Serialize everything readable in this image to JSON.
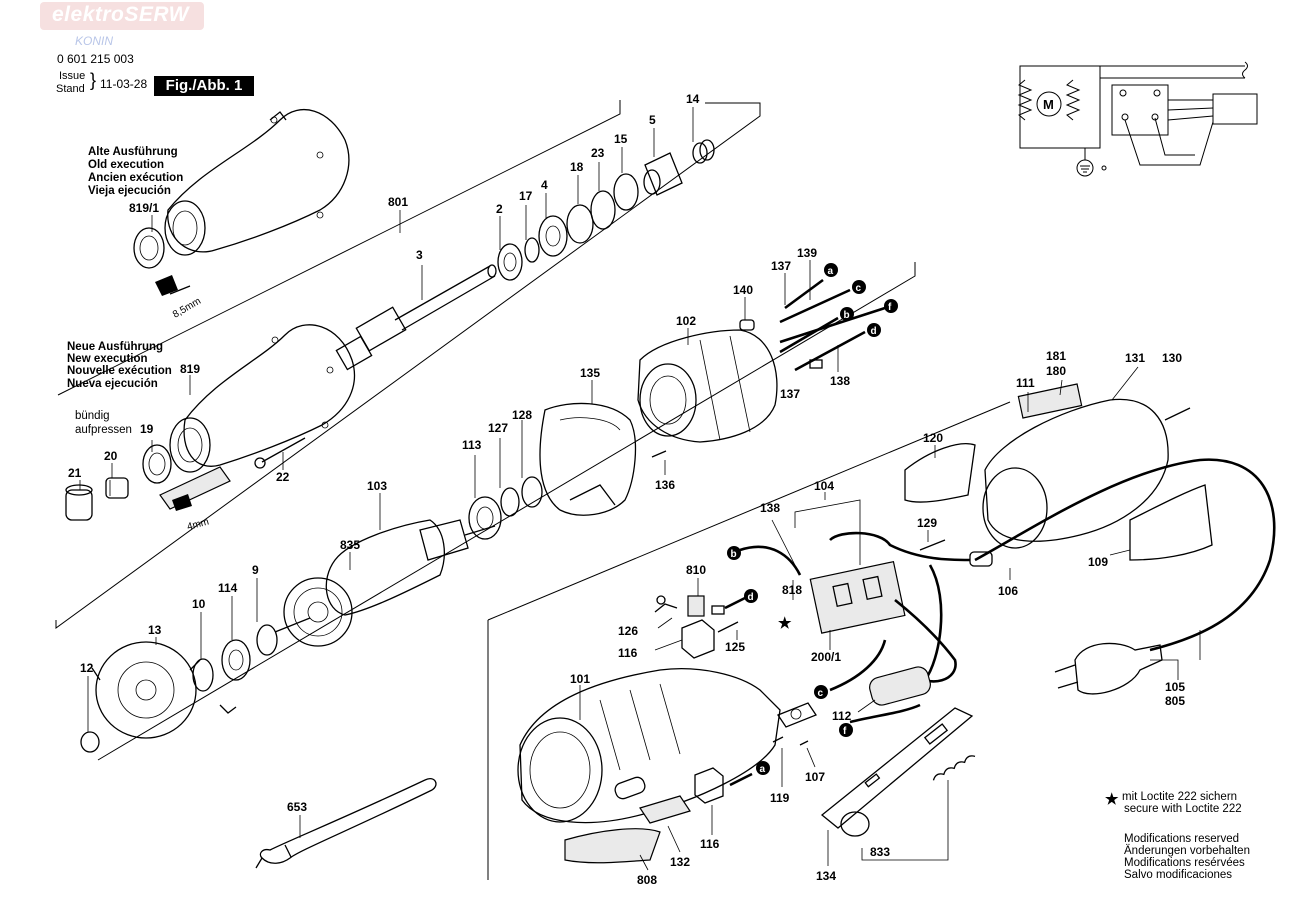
{
  "logo": {
    "brand": "elektroSERW",
    "city": "KONIN"
  },
  "header": {
    "part_number": "0 601 215 003",
    "issue": "Issue",
    "stand": "Stand",
    "date": "11-03-28",
    "figure": "Fig./Abb. 1"
  },
  "old_execution": [
    "Alte Ausführung",
    "Old execution",
    "Ancien exécution",
    "Vieja ejecución"
  ],
  "new_execution": [
    "Neue Ausführung",
    "New execution",
    "Nouvelle exécution",
    "Nueva ejecución"
  ],
  "flush_note": [
    "bündig",
    "aufpressen"
  ],
  "dimensions": {
    "old": "8,5mm",
    "new": "4mm"
  },
  "part_labels": {
    "p801": "801",
    "p819_1": "819/1",
    "p819": "819",
    "p19": "19",
    "p21": "21",
    "p20": "20",
    "p22": "22",
    "p3": "3",
    "p2": "2",
    "p17": "17",
    "p4": "4",
    "p18": "18",
    "p23": "23",
    "p15": "15",
    "p5": "5",
    "p14": "14",
    "p103": "103",
    "p835": "835",
    "p113": "113",
    "p127": "127",
    "p128": "128",
    "p135": "135",
    "p136": "136",
    "p102": "102",
    "p140": "140",
    "p137a": "137",
    "p139": "139",
    "p137b": "137",
    "p138a": "138",
    "p10": "10",
    "p114": "114",
    "p9": "9",
    "p13": "13",
    "p12": "12",
    "p653": "653",
    "p181": "181",
    "p180": "180",
    "p131": "131",
    "p130": "130",
    "p111": "111",
    "p120": "120",
    "p129": "129",
    "p106": "106",
    "p109": "109",
    "p104": "104",
    "p138b": "138",
    "p818": "818",
    "p200_1": "200/1",
    "p810": "810",
    "p126": "126",
    "p116a": "116",
    "p125": "125",
    "p101": "101",
    "p112": "112",
    "p119": "119",
    "p107": "107",
    "p116b": "116",
    "p132": "132",
    "p808": "808",
    "p134": "134",
    "p833": "833",
    "p105": "105",
    "p805": "805"
  },
  "wire_markers": {
    "a": "a",
    "b": "b",
    "c": "c",
    "d": "d",
    "f": "f"
  },
  "notes": {
    "loctite": [
      "mit Loctite 222 sichern",
      "secure with Loctite 222"
    ],
    "modifications": [
      "Modifications reserved",
      "Änderungen vorbehalten",
      "Modifications resérvées",
      "Salvo modificaciones"
    ]
  },
  "schematic": {
    "motor": "M"
  },
  "icons": [
    "star-icon",
    "ground-icon",
    "switch-symbol-icon"
  ]
}
